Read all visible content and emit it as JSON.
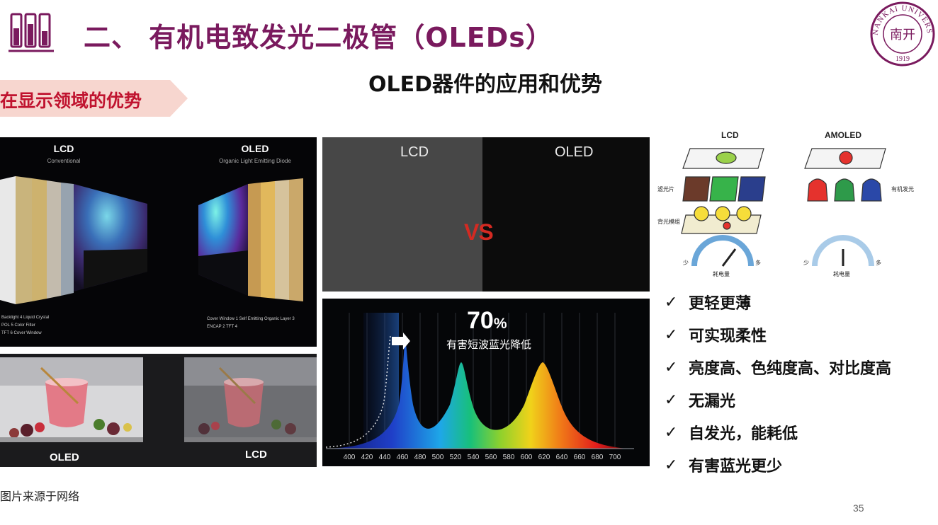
{
  "header": {
    "title": "二、 有机电致发光二极管（OLEDs）",
    "logo_icon": "test-tubes-icon",
    "seal_text": "NANKAI UNIVERSITY",
    "seal_chars": "南开",
    "seal_year": "1919"
  },
  "subtitle": "OLED器件的应用和优势",
  "section_tag": "在显示领域的优势",
  "images": {
    "structure": {
      "lcd_label": "LCD",
      "lcd_sub": "Conventional",
      "oled_label": "OLED",
      "oled_sub": "Organic Light Emitting Diode",
      "lcd_legend": [
        "Backlight  4  Liquid Crystal",
        "POL  5  Color Filter",
        "TFT  6  Cover Window"
      ],
      "oled_legend": [
        "Cover Window  1    Self Emitting Organic Layer  3",
        "ENCAP  2    TFT  4"
      ]
    },
    "photo_compare": {
      "left_caption": "OLED",
      "right_caption": "LCD"
    },
    "black_compare": {
      "left_label": "LCD",
      "right_label": "OLED",
      "vs": "VS"
    },
    "spectrum": {
      "percent": "70",
      "percent_sign": "%",
      "description": "有害短波蓝光降低",
      "ticks": [
        "400",
        "420",
        "440",
        "460",
        "480",
        "500",
        "520",
        "540",
        "560",
        "580",
        "600",
        "620",
        "640",
        "660",
        "680",
        "700"
      ]
    },
    "diagram": {
      "lcd_title": "LCD",
      "amoled_title": "AMOLED",
      "filter_label": "滤光片",
      "backlight_label": "背光模组",
      "organic_label": "有机发光",
      "less": "少",
      "more": "多",
      "power": "耗电量"
    }
  },
  "features": [
    "更轻更薄",
    "可实现柔性",
    "亮度高、色纯度高、对比度高",
    "无漏光",
    "自发光，能耗低",
    "有害蓝光更少"
  ],
  "check_glyph": "✓",
  "source_note": "图片来源于网络",
  "page_number": "35",
  "colors": {
    "title": "#7a1a5e",
    "tag_text": "#c0132f",
    "tag_bg": "#f7d6cf"
  }
}
